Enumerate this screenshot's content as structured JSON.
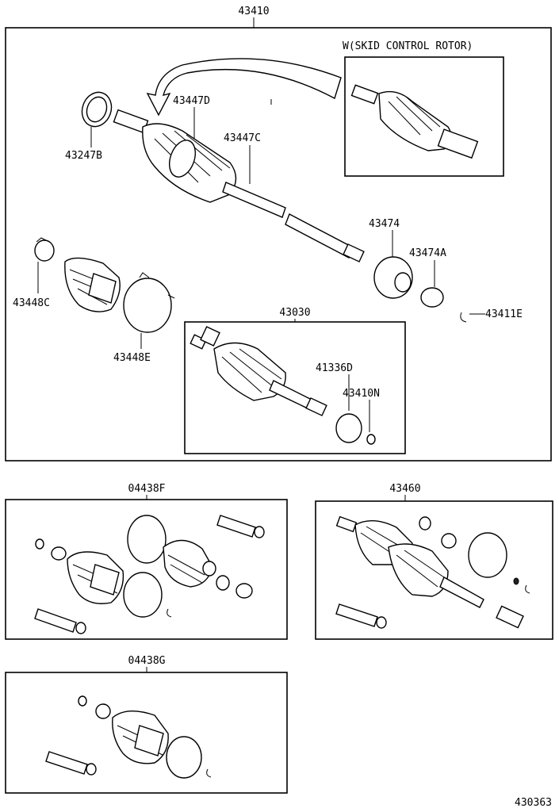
{
  "labels": {
    "top_assembly": "43410",
    "skid_control_note": "W(SKID CONTROL ROTOR)",
    "p43447D": "43447D",
    "p43247B": "43247B",
    "p43447C": "43447C",
    "p43474": "43474",
    "p43474A": "43474A",
    "p43448C": "43448C",
    "p43448E": "43448E",
    "p43030": "43030",
    "p43411E": "43411E",
    "p41336D": "41336D",
    "p43410N": "43410N",
    "kit_04438F": "04438F",
    "p43460": "43460",
    "kit_04438G": "04438G",
    "figure_number": "430363"
  }
}
